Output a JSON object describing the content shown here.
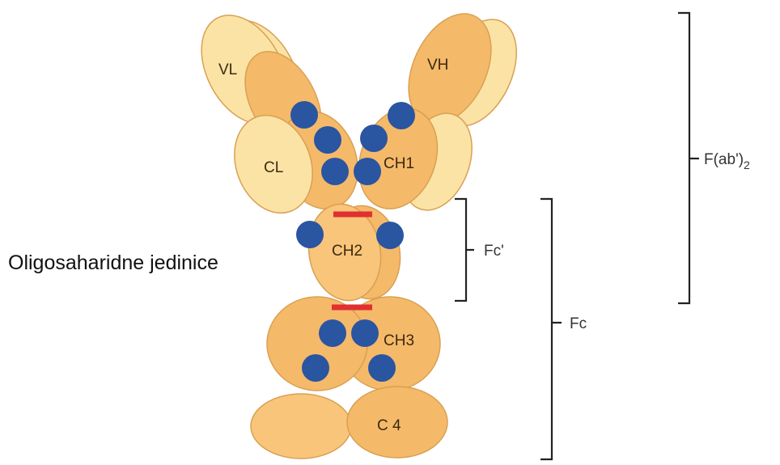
{
  "diagram": {
    "domains": {
      "vl": "VL",
      "vh": "VH",
      "cl": "CL",
      "ch1": "CH1",
      "ch2": "CH2",
      "ch3": "CH3",
      "c4": "C 4"
    },
    "brackets": {
      "f_ab2_main": "F(ab')",
      "f_ab2_sub": "2",
      "fc_prime": "Fc'",
      "fc": "Fc"
    },
    "caption": "Oligosaharidne jedinice",
    "colors": {
      "heavy_chain": "#f5b96a",
      "light_chain": "#fbe3a6",
      "oligosaccharide": "#2a55a0",
      "disulfide_bond": "#e03030"
    }
  }
}
